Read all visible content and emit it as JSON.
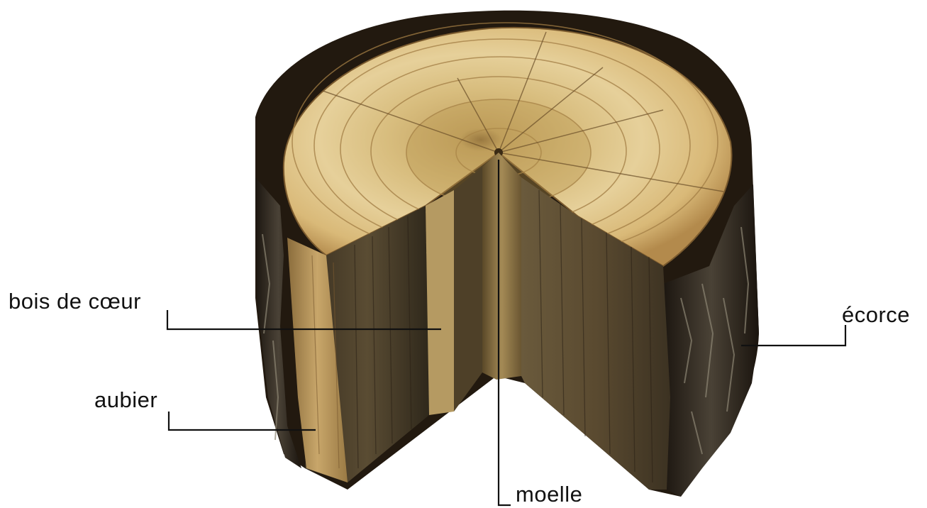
{
  "diagram": {
    "labels": {
      "heartwood": "bois de cœur",
      "sapwood": "aubier",
      "bark": "écorce",
      "pith": "moelle"
    },
    "colors": {
      "background": "#ffffff",
      "bark": "#2a2118",
      "sapwood": "#c9a86a",
      "heartwood": "#a8884a",
      "pith": "#6e5a34",
      "leader_line": "#111111"
    }
  }
}
